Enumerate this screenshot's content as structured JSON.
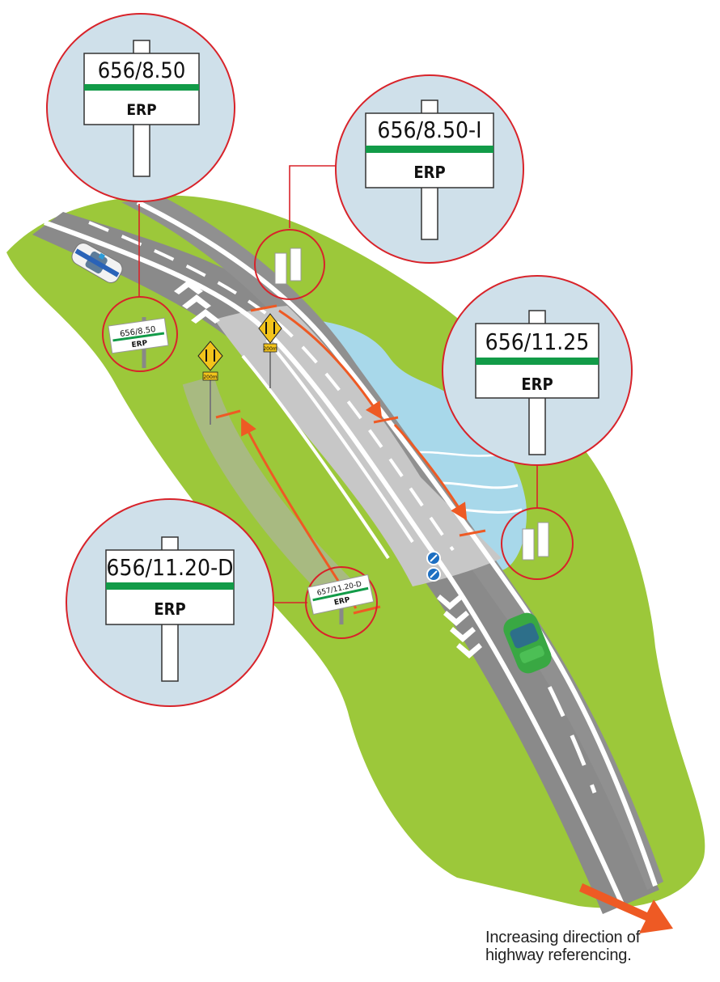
{
  "colors": {
    "grass": "#9cc83a",
    "road": "#8c8c8c",
    "bridge": "#c7c7c7",
    "water": "#a8d8ea",
    "callout": "#d8232a",
    "circle_fill": "#cfe0ea",
    "erp_green": "#129b48",
    "arrow": "#ee5a24"
  },
  "callouts": [
    {
      "id": "c1",
      "number": "656/8.50",
      "label": "ERP"
    },
    {
      "id": "c2",
      "number": "656/8.50-I",
      "label": "ERP"
    },
    {
      "id": "c3",
      "number": "656/11.25",
      "label": "ERP"
    },
    {
      "id": "c4",
      "number": "656/11.20-D",
      "label": "ERP"
    }
  ],
  "small_signs": [
    {
      "id": "s1",
      "number": "656/8.50",
      "label": "ERP"
    },
    {
      "id": "s4",
      "number": "657/11.20-D",
      "label": "ERP"
    }
  ],
  "warning_plate_text": "200m",
  "caption": {
    "line1": "Increasing direction of",
    "line2": "highway referencing."
  },
  "icons": [
    "police-car-icon",
    "green-car-icon",
    "two-way-traffic-sign-icon",
    "keep-left-sign-icon",
    "direction-arrow-icon"
  ]
}
